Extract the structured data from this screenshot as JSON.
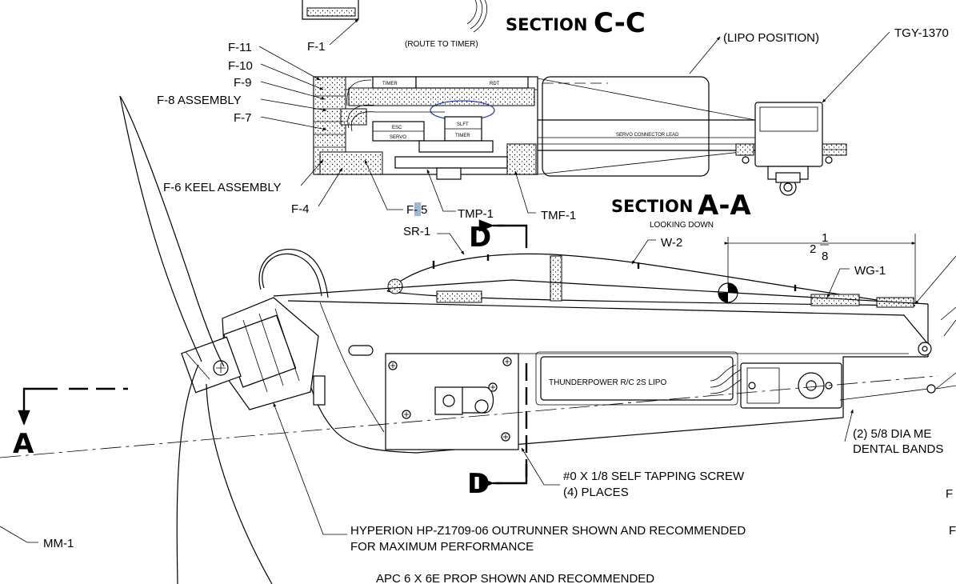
{
  "section_cc": {
    "title_word": "SECTION",
    "title_letters": "C-C",
    "route_note": "(ROUTE TO TIMER)",
    "lipo_position": "(LIPO POSITION)",
    "tgy": "TGY-1370",
    "inner_labels": {
      "timer": "TIMER",
      "rdt": "RDT",
      "esc": "ESC",
      "servo": "SERVO",
      "slft": "SLFT",
      "timer2": "TIMER",
      "servo_lead": "SERVO CONNECTOR LEAD"
    },
    "callouts": {
      "f1": "F-1",
      "f11": "F-11",
      "f10": "F-10",
      "f9": "F-9",
      "f8": "F-8 ASSEMBLY",
      "f7": "F-7",
      "f6": "F-6 KEEL ASSEMBLY",
      "f4": "F-4",
      "f5a": "F-",
      "f5b": "5",
      "tmp1": "TMP-1",
      "tmf1": "TMF-1"
    }
  },
  "section_aa": {
    "title_word": "SECTION",
    "title_letters": "A-A",
    "subtitle": "LOOKING DOWN",
    "callouts": {
      "sr1": "SR-1",
      "w2": "W-2",
      "wg1": "WG-1",
      "dim_whole": "2",
      "dim_num": "1",
      "dim_den": "8",
      "battery": "THUNDERPOWER R/C 2S LIPO",
      "magnets_1": "(2) 5/8 DIA ME",
      "magnets_2": "DENTAL BANDS",
      "screw_1": "#0 X 1/8 SELF TAPPING SCREW",
      "screw_2": "(4) PLACES",
      "motor_1": "HYPERION HP-Z1709-06 OUTRUNNER SHOWN AND RECOMMENDED",
      "motor_2": "FOR MAXIMUM PERFORMANCE",
      "prop": "APC 6 X 6E PROP SHOWN AND RECOMMENDED",
      "mm1": "MM-1",
      "edge_f1": "F",
      "edge_f2": "F"
    }
  },
  "section_markers": {
    "d_top": "D",
    "d_bottom": "D",
    "a_left": "A"
  }
}
